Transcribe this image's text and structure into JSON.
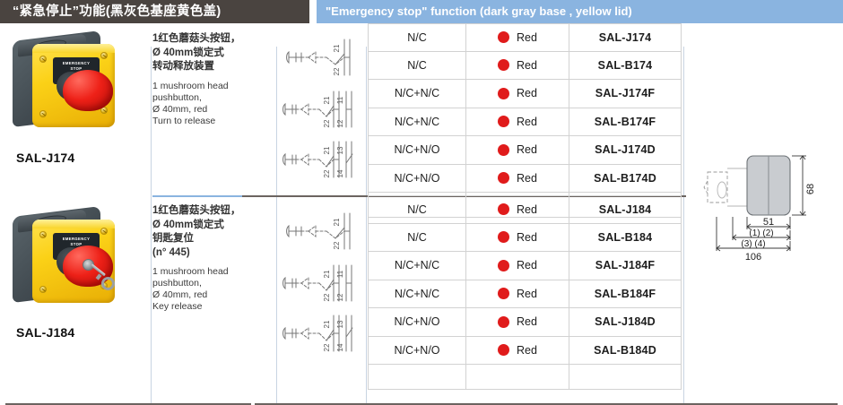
{
  "header": {
    "title_cn": "“紧急停止”功能(黑灰色基座黄色盖)",
    "title_en": "\"Emergency stop\" function (dark gray base , yellow lid)"
  },
  "groups": [
    {
      "part_label": "SAL-J174",
      "photo_name": "emergency-stop-station-turn-to-release",
      "description_cn": "1红色蘑菇头按钮，\nØ 40mm锁定式\n转动释放装置",
      "description_en": "1 mushroom head\npushbutton,\nØ 40mm, red\nTurn to release",
      "schematics": [
        {
          "name": "single-nc-contact",
          "terminals": [
            "21",
            "22"
          ]
        },
        {
          "name": "double-nc-contact",
          "terminals": [
            "21",
            "22",
            "11",
            "12"
          ]
        },
        {
          "name": "nc-plus-no-contact",
          "terminals": [
            "21",
            "22",
            "13",
            "14"
          ]
        }
      ],
      "rows": [
        {
          "contact": "N/C",
          "color": "Red",
          "code": "SAL-J174"
        },
        {
          "contact": "N/C",
          "color": "Red",
          "code": "SAL-B174"
        },
        {
          "contact": "N/C+N/C",
          "color": "Red",
          "code": "SAL-J174F"
        },
        {
          "contact": "N/C+N/C",
          "color": "Red",
          "code": "SAL-B174F"
        },
        {
          "contact": "N/C+N/O",
          "color": "Red",
          "code": "SAL-J174D"
        },
        {
          "contact": "N/C+N/O",
          "color": "Red",
          "code": "SAL-B174D"
        }
      ]
    },
    {
      "part_label": "SAL-J184",
      "photo_name": "emergency-stop-station-key-release",
      "description_cn": "1红色蘑菇头按钮，\nØ 40mm锁定式\n钥匙复位\n(n° 445)",
      "description_en": "1 mushroom head\npushbutton,\nØ 40mm, red\nKey release",
      "schematics": [
        {
          "name": "single-nc-contact",
          "terminals": [
            "21",
            "22"
          ]
        },
        {
          "name": "double-nc-contact",
          "terminals": [
            "21",
            "22",
            "11",
            "12"
          ]
        },
        {
          "name": "nc-plus-no-contact",
          "terminals": [
            "21",
            "22",
            "13",
            "14"
          ]
        }
      ],
      "rows": [
        {
          "contact": "N/C",
          "color": "Red",
          "code": "SAL-J184"
        },
        {
          "contact": "N/C",
          "color": "Red",
          "code": "SAL-B184"
        },
        {
          "contact": "N/C+N/C",
          "color": "Red",
          "code": "SAL-J184F"
        },
        {
          "contact": "N/C+N/C",
          "color": "Red",
          "code": "SAL-B184F"
        },
        {
          "contact": "N/C+N/O",
          "color": "Red",
          "code": "SAL-J184D"
        },
        {
          "contact": "N/C+N/O",
          "color": "Red",
          "code": "SAL-B184D"
        }
      ]
    }
  ],
  "dimension_drawing": {
    "name": "enclosure-dimension-drawing",
    "height_mm": "68",
    "depth_mm": "51",
    "label_1_2": "(1) (2)",
    "label_3_4": "(3) (4)",
    "total_mm": "106"
  },
  "plate_text": {
    "line1": "EMERGENCY",
    "line2": "STOP"
  },
  "colors": {
    "header_cn_bg": "#4a4440",
    "header_en_bg": "#8ab4e0",
    "indicator_red": "#e01b1b",
    "lid_yellow": "#fbd117",
    "base_gray": "#424b51",
    "grid_line": "#d2d2d2"
  }
}
